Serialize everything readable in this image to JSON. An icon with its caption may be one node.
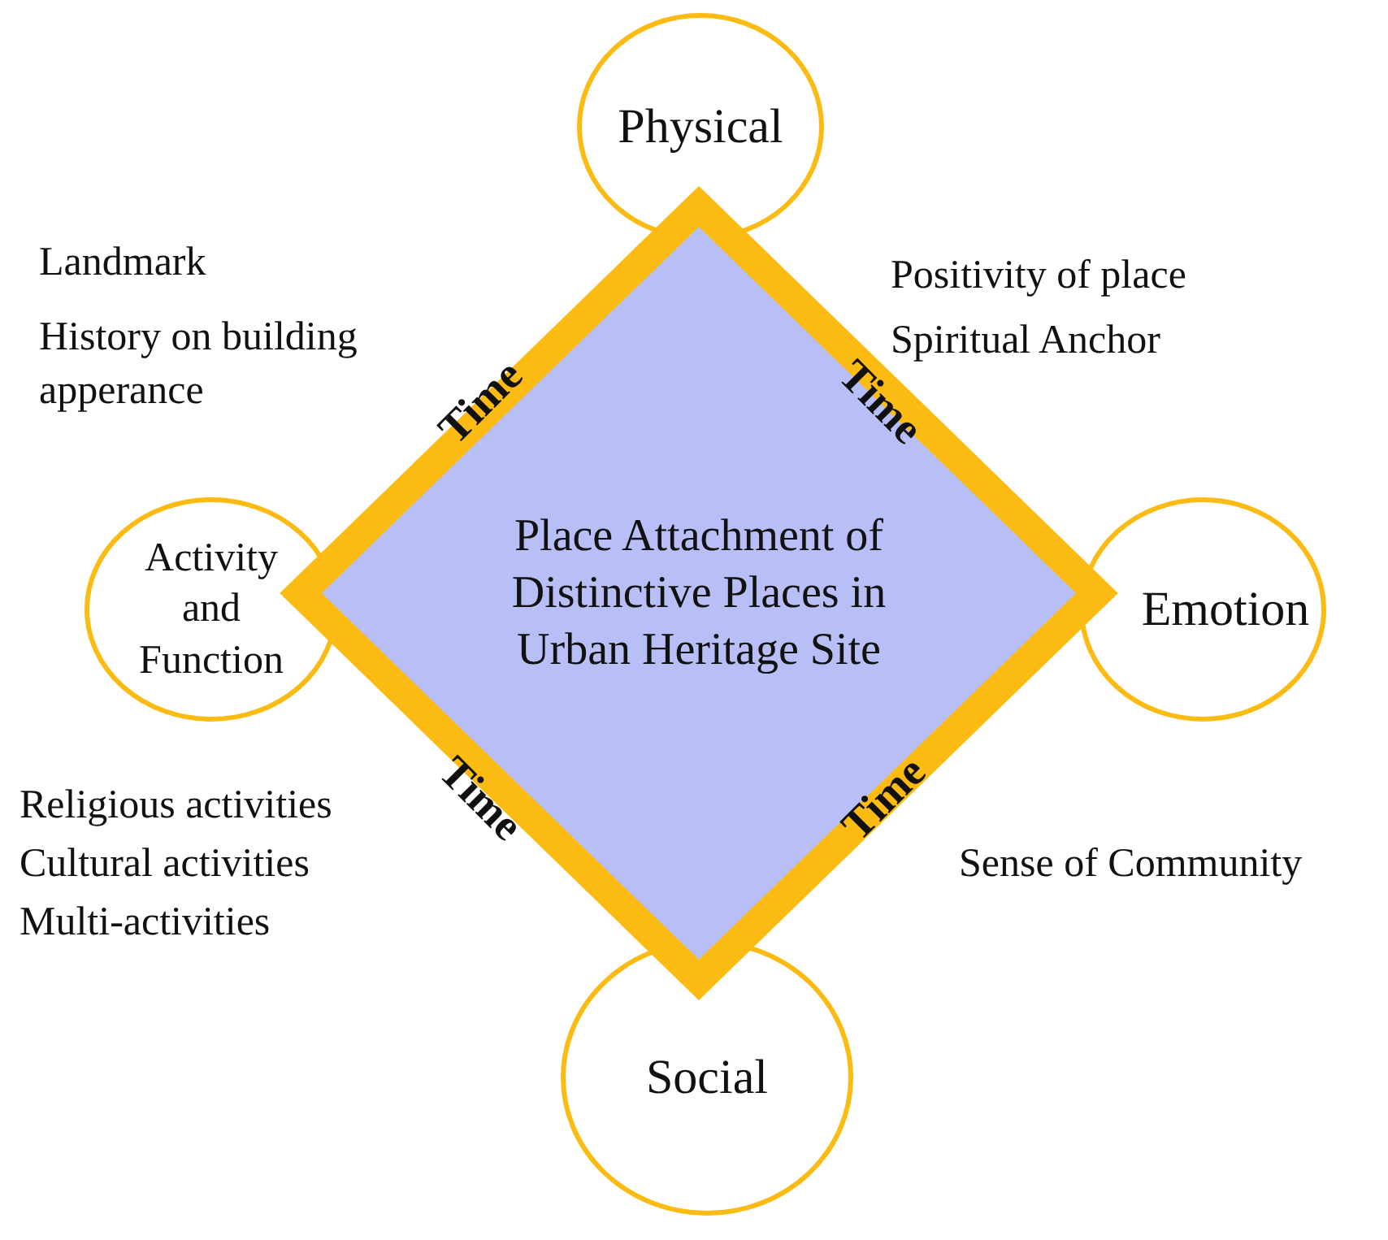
{
  "diagram": {
    "nodes": [
      {
        "text": [
          "Physical"
        ]
      },
      {
        "text": [
          "Place Attachment of Distinctive Places in Urban Heritage Site"
        ]
      },
      {
        "text": [
          "Activity and Function"
        ]
      },
      {
        "text": [
          "Emotion"
        ]
      },
      {
        "text": [
          "Social"
        ]
      }
    ],
    "labels": [
      "Landmark",
      "History on building apperance",
      "Positivity of place",
      "Spiritual Anchor",
      "Time",
      "Time",
      "Time",
      "Time",
      "Religious activities",
      "Cultural activities",
      "Multi-activities",
      "Sense of Community"
    ]
  }
}
